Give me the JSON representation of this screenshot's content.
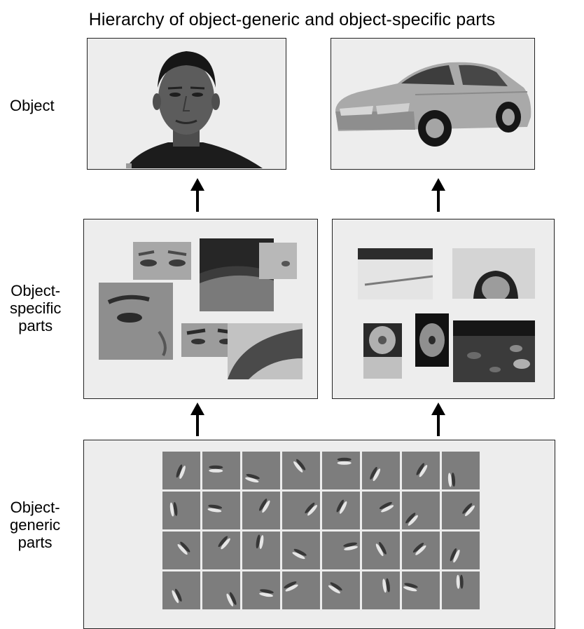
{
  "figure": {
    "title": "Hierarchy of object-generic and object-specific parts"
  },
  "rows": {
    "object": {
      "label_lines": [
        "Object"
      ]
    },
    "specific": {
      "label_lines": [
        "Object-",
        "specific",
        "parts"
      ]
    },
    "generic": {
      "label_lines": [
        "Object-",
        "generic",
        "parts"
      ]
    }
  },
  "images": {
    "face_object": "face-photo",
    "car_object": "car-photo",
    "face_parts": [
      "eyes-patch",
      "hairline-patch",
      "nose-patch",
      "eye-cheek-patch",
      "eyes-brow-patch",
      "hair-side-patch"
    ],
    "car_parts": [
      "door-patch",
      "wheel-arch-patch",
      "tire-patch",
      "rim-patch",
      "ground-patch"
    ],
    "filter_grid_rows": 4,
    "filter_grid_cols": 8
  }
}
